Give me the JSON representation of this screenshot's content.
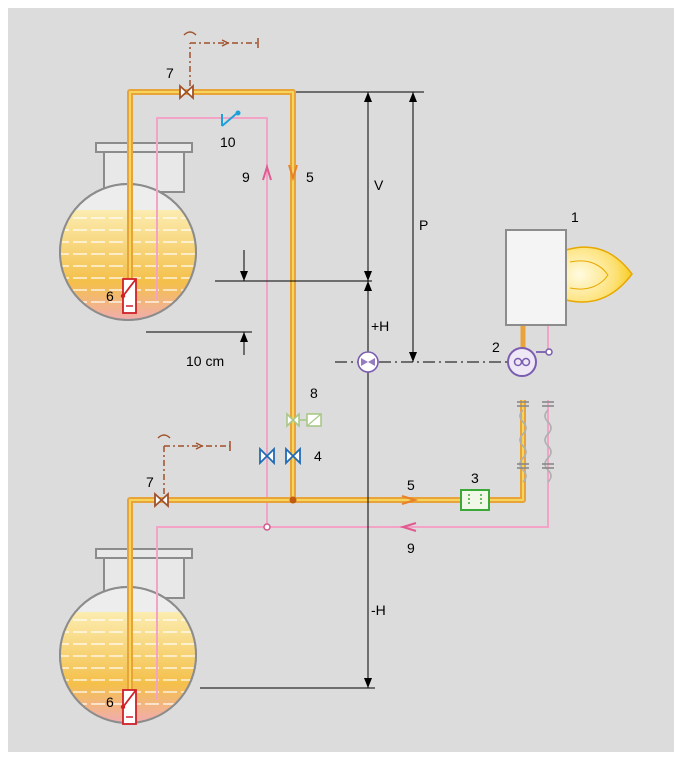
{
  "labels": {
    "burner": "1",
    "pump": "2",
    "filter": "3",
    "shutoff_valve": "4",
    "supply_upper": "5",
    "supply_lower": "5",
    "suction_upper": "6",
    "suction_lower": "6",
    "fill_valve_upper": "7",
    "fill_valve_lower": "7",
    "solenoid_valve": "8",
    "return_upper": "9",
    "return_lower": "9",
    "check_valve": "10"
  },
  "dimensions": {
    "v": "V",
    "p": "P",
    "plus_h": "+H",
    "minus_h": "-H",
    "clearance": "10 cm"
  },
  "colors": {
    "background": "#dcdcdc",
    "supply_line": "#e8a33a",
    "supply_line_core": "#f7d55a",
    "return_line": "#f2a3c6",
    "tank_outline": "#8c8c8c",
    "oil_light": "#f8e6a0",
    "oil_dark": "#f3b93a",
    "sludge": "#f0a8c8",
    "valve_blue": "#1f6bb5",
    "valve_brown": "#a0522d",
    "check_valve_cyan": "#1ea0d8",
    "suction_red": "#d0202a",
    "filter_green": "#3aa93a",
    "pump_purple": "#7a5cb0",
    "solenoid_green": "#a8c888",
    "flame": "#f5c400"
  }
}
